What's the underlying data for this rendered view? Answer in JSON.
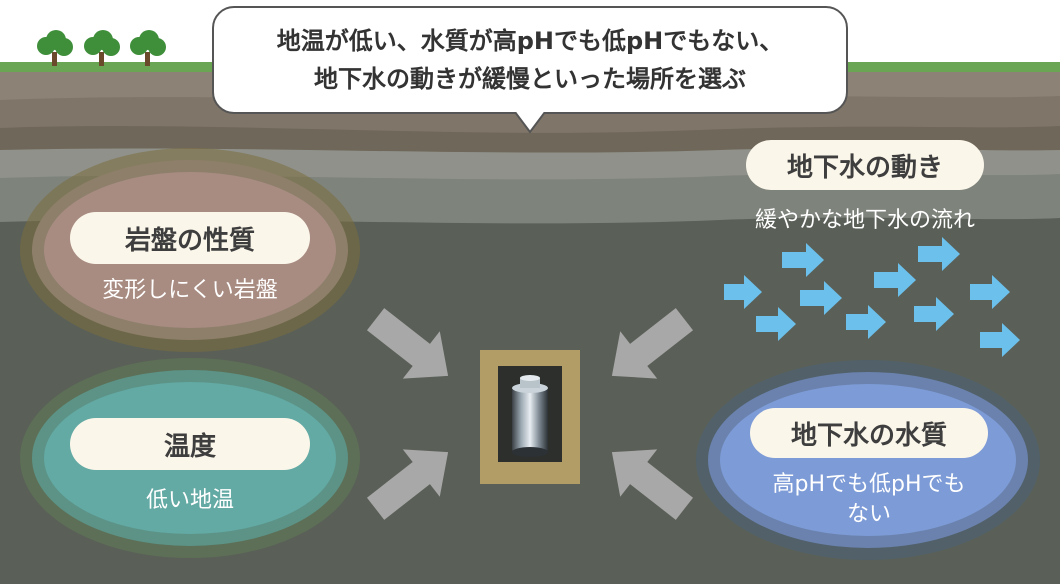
{
  "callout": {
    "line1": "地温が低い、水質が高pHでも低pHでもない、",
    "line2": "地下水の動きが緩慢といった場所を選ぶ"
  },
  "rock": {
    "title": "岩盤の性質",
    "desc": "変形しにくい岩盤"
  },
  "temperature": {
    "title": "温度",
    "desc": "低い地温"
  },
  "flow": {
    "title": "地下水の動き",
    "desc": "緩やかな地下水の流れ"
  },
  "quality": {
    "title": "地下水の水質",
    "desc_line1": "高pHでも低pHでも",
    "desc_line2": "ない"
  },
  "icons": {
    "trees": "tree-icon",
    "repository": "canister-icon",
    "flow_arrows": "arrow-right-icon",
    "converging_arrows": "arrow-icon"
  },
  "colors": {
    "sky": "#ffffff",
    "grass": "#6aa553",
    "rock_oval": "#a88c82",
    "temperature_oval": "#63a9a4",
    "quality_oval": "#7d9bd6",
    "flow_arrow": "#6cc0ec",
    "gray_arrow": "#a8a8a8",
    "pit": "#b39d66"
  }
}
